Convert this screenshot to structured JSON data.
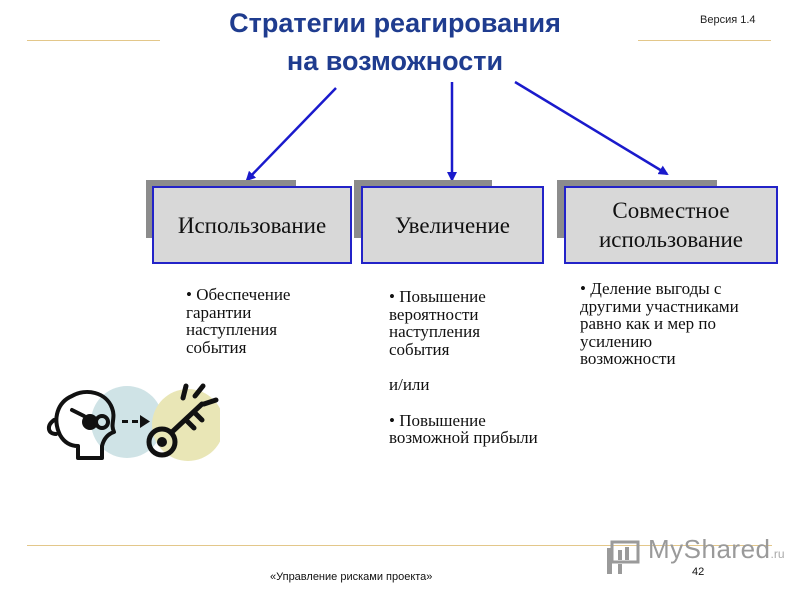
{
  "header": {
    "title_line1": "Стратегии реагирования",
    "title_line2": "на возможности",
    "version": "Версия 1.4"
  },
  "strategies": [
    {
      "label": "Использование",
      "bullets": [
        "• Обеспечение гарантии наступления события"
      ]
    },
    {
      "label": "Увеличение",
      "bullets": [
        "• Повышение вероятности наступления события",
        "и/или",
        "• Повышение возможной прибыли"
      ]
    },
    {
      "label": "Совместное использование",
      "bullets": [
        "• Деление выгоды с другими участниками равно как и мер по усилению возможности"
      ]
    }
  ],
  "footer": {
    "course": "«Управление рисками проекта»",
    "page": "42"
  },
  "logo": {
    "brand": "MyShared",
    "suffix": ".ru"
  },
  "icons": [
    "person-head-icon",
    "key-icon",
    "arrow-icon"
  ],
  "colors": {
    "title": "#1f3c8f",
    "arrow": "#1a1acc",
    "box_border": "#2323c8",
    "box_fill": "#d8d8d8",
    "rule": "#e3c78a",
    "logo": "#9a9a9a",
    "head_circle": "#cfe3e6",
    "key_circle": "#e9e6b6"
  }
}
